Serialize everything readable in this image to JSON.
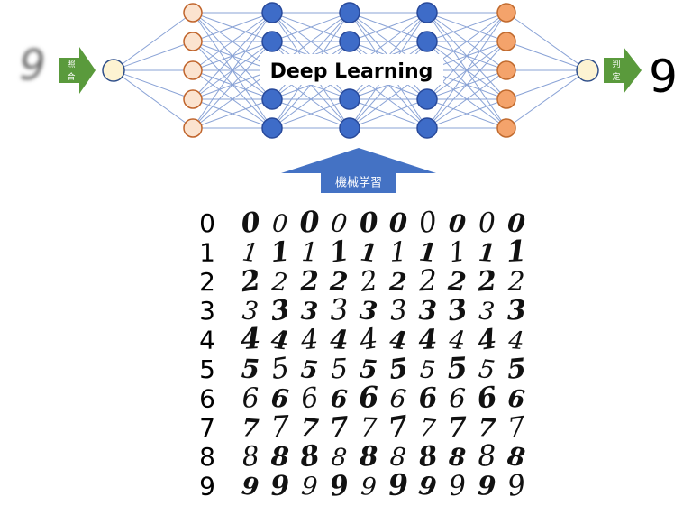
{
  "network": {
    "input_label": "照合",
    "output_label": "判定",
    "banner_text": "Deep Learning",
    "result_digit": "9",
    "train_arrow_label": "機械学習",
    "layer_sizes": [
      1,
      5,
      5,
      5,
      5,
      5,
      1
    ],
    "colors": {
      "peach_fill": "#fbe3cf",
      "peach_stroke": "#c0642b",
      "blue_fill": "#3e6cc8",
      "blue_stroke": "#28499a",
      "orange_fill": "#f4a36b",
      "orange_stroke": "#c06a2e",
      "io_fill": "#fdf3d2",
      "io_stroke": "#2f4f8a",
      "edge": "#8aa3d6",
      "arrow_green": "#5a9a3c",
      "arrow_blue": "#4472c4"
    }
  },
  "samples": {
    "row_labels": [
      "0",
      "1",
      "2",
      "3",
      "4",
      "5",
      "6",
      "7",
      "8",
      "9"
    ],
    "per_row": 10
  }
}
